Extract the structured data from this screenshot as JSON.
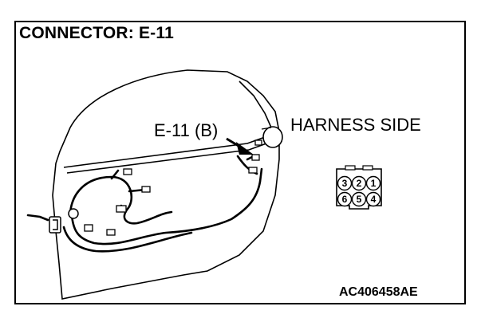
{
  "diagram": {
    "title": "CONNECTOR: E-11",
    "callout_label": "E-11 (B)",
    "harness_side_label": "HARNESS SIDE",
    "figure_code": "AC406458AE",
    "connector_pins": [
      "3",
      "2",
      "1",
      "6",
      "5",
      "4"
    ]
  }
}
